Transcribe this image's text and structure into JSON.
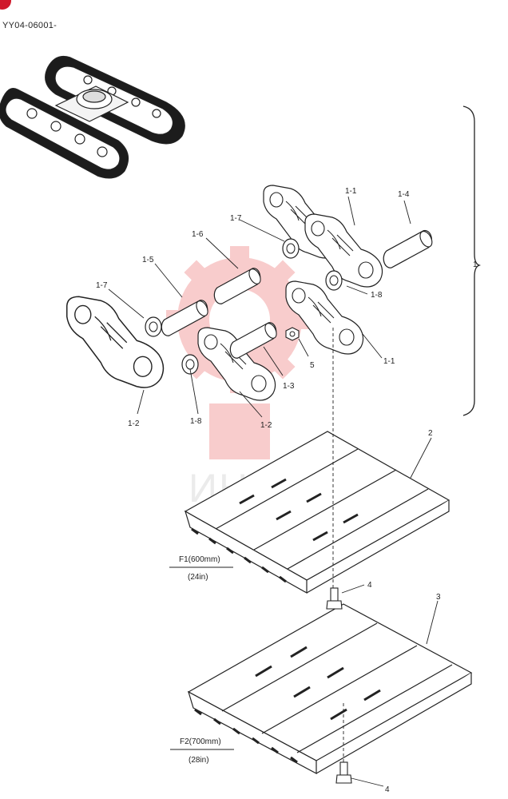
{
  "document_code": "YY04-06001-",
  "watermark_text": "ИНТЕ",
  "colors": {
    "watermark": "#f3a3a3",
    "logo_dot": "#d0192b",
    "line": "#222222"
  },
  "callouts": {
    "c1_1a": "1-1",
    "c1_4": "1-4",
    "c1_7a": "1-7",
    "c1_6": "1-6",
    "c1_5": "1-5",
    "c1_7b": "1-7",
    "c1_8a": "1-8",
    "c1": "1",
    "c5": "5",
    "c1_1b": "1-1",
    "c1_3": "1-3",
    "c1_8b": "1-8",
    "c1_2a": "1-2",
    "c1_2b": "1-2",
    "c2": "2",
    "c4a": "4",
    "c3": "3",
    "c4b": "4"
  },
  "shoe_f1": {
    "label": "F1(600mm)",
    "sub": "(24in)"
  },
  "shoe_f2": {
    "label": "F2(700mm)",
    "sub": "(28in)"
  }
}
